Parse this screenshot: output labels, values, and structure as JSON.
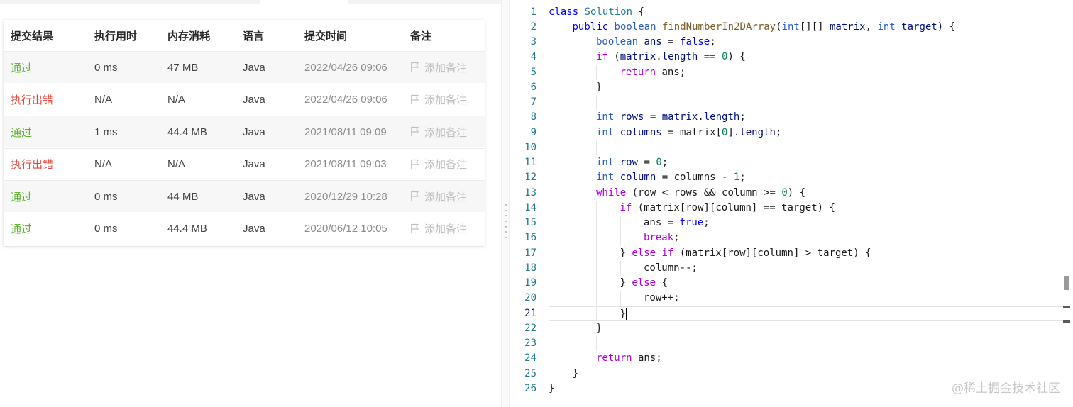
{
  "table": {
    "headers": {
      "result": "提交结果",
      "time": "执行用时",
      "memory": "内存消耗",
      "language": "语言",
      "submitted": "提交时间",
      "note": "备注"
    },
    "rows": [
      {
        "result": "通过",
        "status": "pass",
        "time": "0 ms",
        "memory": "47 MB",
        "language": "Java",
        "submitted": "2022/04/26 09:06",
        "note": "添加备注"
      },
      {
        "result": "执行出错",
        "status": "error",
        "time": "N/A",
        "memory": "N/A",
        "language": "Java",
        "submitted": "2022/04/26 09:06",
        "note": "添加备注"
      },
      {
        "result": "通过",
        "status": "pass",
        "time": "1 ms",
        "memory": "44.4 MB",
        "language": "Java",
        "submitted": "2021/08/11 09:09",
        "note": "添加备注"
      },
      {
        "result": "执行出错",
        "status": "error",
        "time": "N/A",
        "memory": "N/A",
        "language": "Java",
        "submitted": "2021/08/11 09:03",
        "note": "添加备注"
      },
      {
        "result": "通过",
        "status": "pass",
        "time": "0 ms",
        "memory": "44 MB",
        "language": "Java",
        "submitted": "2020/12/29 10:28",
        "note": "添加备注"
      },
      {
        "result": "通过",
        "status": "pass",
        "time": "0 ms",
        "memory": "44.4 MB",
        "language": "Java",
        "submitted": "2020/06/12 10:05",
        "note": "添加备注"
      }
    ],
    "icons": {
      "note": "flag-icon"
    }
  },
  "colors": {
    "pass": "#5cb230",
    "error": "#e04a3d",
    "note": "#bfbfbf",
    "line_number": "#237893"
  },
  "editor": {
    "active_line": 21,
    "lines": [
      {
        "n": "1",
        "indent": 0,
        "tokens": [
          [
            "class ",
            "kw-blue"
          ],
          [
            "Solution",
            "cls-name"
          ],
          [
            " {",
            "txt"
          ]
        ]
      },
      {
        "n": "2",
        "indent": 1,
        "tokens": [
          [
            "public ",
            "kw-blue"
          ],
          [
            "boolean ",
            "type-blue"
          ],
          [
            "findNumberIn2DArray",
            "fn-name"
          ],
          [
            "(",
            "txt"
          ],
          [
            "int",
            "type-blue"
          ],
          [
            "[][] ",
            "txt"
          ],
          [
            "matrix",
            "var-name"
          ],
          [
            ", ",
            "txt"
          ],
          [
            "int ",
            "type-blue"
          ],
          [
            "target",
            "var-name"
          ],
          [
            ") {",
            "txt"
          ]
        ]
      },
      {
        "n": "3",
        "indent": 2,
        "tokens": [
          [
            "boolean ",
            "type-blue"
          ],
          [
            "ans",
            "var-name"
          ],
          [
            " = ",
            "txt"
          ],
          [
            "false",
            "kw-blue"
          ],
          [
            ";",
            "txt"
          ]
        ]
      },
      {
        "n": "4",
        "indent": 2,
        "tokens": [
          [
            "if",
            "kw-purple"
          ],
          [
            " (",
            "txt"
          ],
          [
            "matrix",
            "var-name"
          ],
          [
            ".",
            "txt"
          ],
          [
            "length",
            "var-name"
          ],
          [
            " == ",
            "txt"
          ],
          [
            "0",
            "num"
          ],
          [
            ") {",
            "txt"
          ]
        ]
      },
      {
        "n": "5",
        "indent": 3,
        "tokens": [
          [
            "return",
            "kw-purple"
          ],
          [
            " ans;",
            "txt"
          ]
        ]
      },
      {
        "n": "6",
        "indent": 2,
        "tokens": [
          [
            "}",
            "txt"
          ]
        ]
      },
      {
        "n": "7",
        "indent": 2,
        "tokens": []
      },
      {
        "n": "8",
        "indent": 2,
        "tokens": [
          [
            "int ",
            "type-blue"
          ],
          [
            "rows",
            "var-name"
          ],
          [
            " = ",
            "txt"
          ],
          [
            "matrix",
            "var-name"
          ],
          [
            ".",
            "txt"
          ],
          [
            "length",
            "var-name"
          ],
          [
            ";",
            "txt"
          ]
        ]
      },
      {
        "n": "9",
        "indent": 2,
        "tokens": [
          [
            "int ",
            "type-blue"
          ],
          [
            "columns",
            "var-name"
          ],
          [
            " = matrix[",
            "txt"
          ],
          [
            "0",
            "num"
          ],
          [
            "].",
            "txt"
          ],
          [
            "length",
            "var-name"
          ],
          [
            ";",
            "txt"
          ]
        ]
      },
      {
        "n": "10",
        "indent": 2,
        "tokens": []
      },
      {
        "n": "11",
        "indent": 2,
        "tokens": [
          [
            "int ",
            "type-blue"
          ],
          [
            "row",
            "var-name"
          ],
          [
            " = ",
            "txt"
          ],
          [
            "0",
            "num"
          ],
          [
            ";",
            "txt"
          ]
        ]
      },
      {
        "n": "12",
        "indent": 2,
        "tokens": [
          [
            "int ",
            "type-blue"
          ],
          [
            "column",
            "var-name"
          ],
          [
            " = columns - ",
            "txt"
          ],
          [
            "1",
            "num"
          ],
          [
            ";",
            "txt"
          ]
        ]
      },
      {
        "n": "13",
        "indent": 2,
        "tokens": [
          [
            "while",
            "kw-purple"
          ],
          [
            " (row < rows && column >= ",
            "txt"
          ],
          [
            "0",
            "num"
          ],
          [
            ") {",
            "txt"
          ]
        ]
      },
      {
        "n": "14",
        "indent": 3,
        "tokens": [
          [
            "if",
            "kw-purple"
          ],
          [
            " (matrix[row][column] == target) {",
            "txt"
          ]
        ]
      },
      {
        "n": "15",
        "indent": 4,
        "tokens": [
          [
            "ans = ",
            "txt"
          ],
          [
            "true",
            "kw-blue"
          ],
          [
            ";",
            "txt"
          ]
        ]
      },
      {
        "n": "16",
        "indent": 4,
        "tokens": [
          [
            "break",
            "kw-purple"
          ],
          [
            ";",
            "txt"
          ]
        ]
      },
      {
        "n": "17",
        "indent": 3,
        "tokens": [
          [
            "} ",
            "txt"
          ],
          [
            "else if",
            "kw-purple"
          ],
          [
            " (matrix[row][column] > target) {",
            "txt"
          ]
        ]
      },
      {
        "n": "18",
        "indent": 4,
        "tokens": [
          [
            "column--;",
            "txt"
          ]
        ]
      },
      {
        "n": "19",
        "indent": 3,
        "tokens": [
          [
            "} ",
            "txt"
          ],
          [
            "else",
            "kw-purple"
          ],
          [
            " {",
            "txt"
          ]
        ]
      },
      {
        "n": "20",
        "indent": 4,
        "tokens": [
          [
            "row++;",
            "txt"
          ]
        ]
      },
      {
        "n": "21",
        "indent": 3,
        "tokens": [
          [
            "}",
            "txt"
          ]
        ],
        "cursor": true
      },
      {
        "n": "22",
        "indent": 2,
        "tokens": [
          [
            "}",
            "txt"
          ]
        ]
      },
      {
        "n": "23",
        "indent": 2,
        "tokens": []
      },
      {
        "n": "24",
        "indent": 2,
        "tokens": [
          [
            "return",
            "kw-purple"
          ],
          [
            " ans;",
            "txt"
          ]
        ]
      },
      {
        "n": "25",
        "indent": 1,
        "tokens": [
          [
            "}",
            "txt"
          ]
        ]
      },
      {
        "n": "26",
        "indent": 0,
        "tokens": [
          [
            "}",
            "txt"
          ]
        ]
      }
    ]
  },
  "watermark": "@稀土掘金技术社区"
}
